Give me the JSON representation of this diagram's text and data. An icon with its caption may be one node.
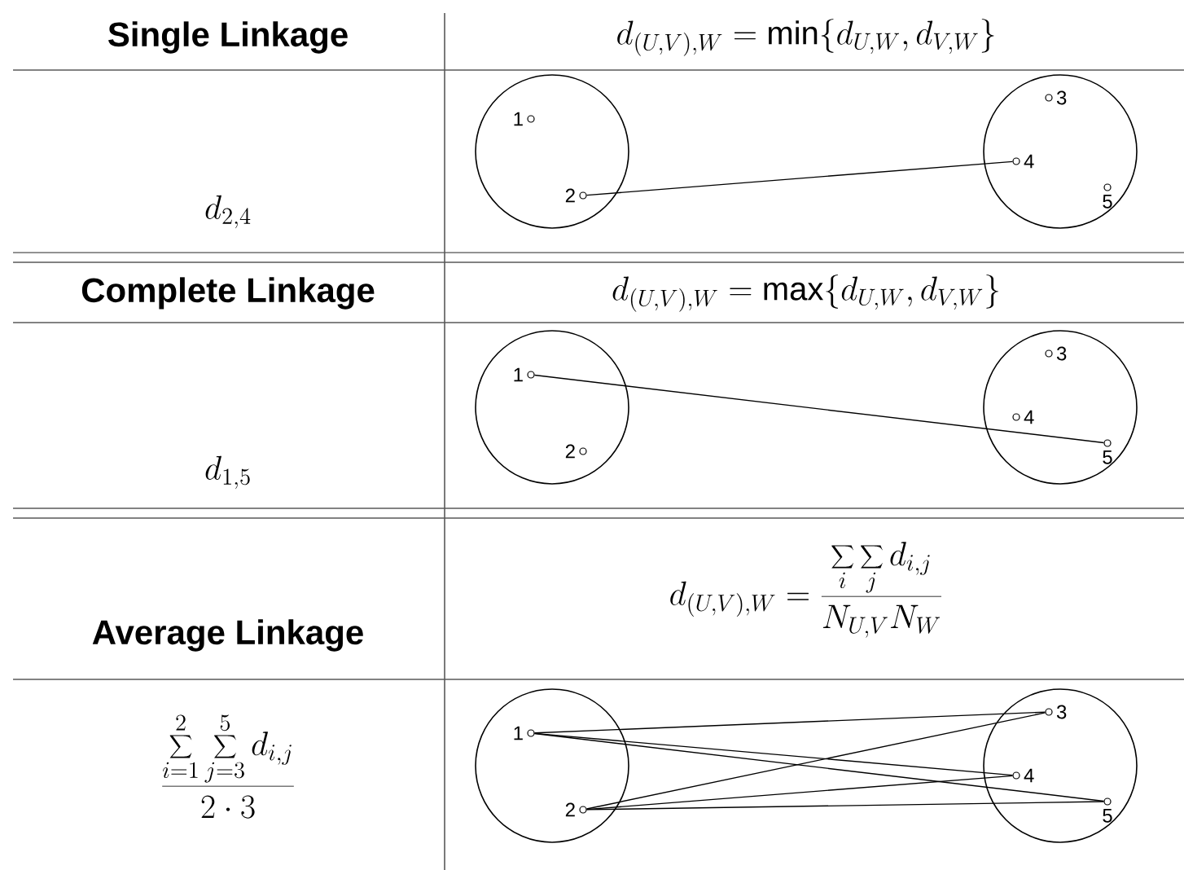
{
  "diagram": {
    "nodes": [
      {
        "text": [],
        "shape": "circle"
      },
      {
        "text": [],
        "shape": "circle",
        "in": 0,
        "beside": [
          "1"
        ]
      },
      {
        "text": [],
        "shape": "circle",
        "in": 0,
        "beside": [
          "2"
        ]
      },
      {
        "text": [],
        "shape": "circle"
      },
      {
        "text": [],
        "shape": "circle",
        "in": 3,
        "beside": [
          "3"
        ]
      },
      {
        "text": [],
        "shape": "circle",
        "in": 3,
        "beside": [
          "4"
        ]
      },
      {
        "text": [],
        "shape": "circle",
        "in": 3,
        "beside": [
          "5"
        ]
      },
      {
        "text": [],
        "shape": "circle"
      },
      {
        "text": [],
        "shape": "circle",
        "in": 7,
        "beside": [
          "1"
        ]
      },
      {
        "text": [],
        "shape": "circle",
        "in": 7,
        "beside": [
          "2"
        ]
      },
      {
        "text": [],
        "shape": "circle"
      },
      {
        "text": [],
        "shape": "circle",
        "in": 10,
        "beside": [
          "3"
        ]
      },
      {
        "text": [],
        "shape": "circle",
        "in": 10,
        "beside": [
          "4"
        ]
      },
      {
        "text": [],
        "shape": "circle",
        "in": 10,
        "beside": [
          "5"
        ]
      },
      {
        "text": [],
        "shape": "circle"
      },
      {
        "text": [],
        "shape": "circle",
        "in": 14,
        "beside": [
          "1"
        ]
      },
      {
        "text": [],
        "shape": "circle",
        "in": 14,
        "beside": [
          "2"
        ]
      },
      {
        "text": [],
        "shape": "circle"
      },
      {
        "text": [],
        "shape": "circle",
        "in": 17,
        "beside": [
          "3"
        ]
      },
      {
        "text": [],
        "shape": "circle",
        "in": 17,
        "beside": [
          "4"
        ]
      },
      {
        "text": [],
        "shape": "circle",
        "in": 17,
        "beside": [
          "5"
        ]
      }
    ],
    "edges": [
      {
        "from": 2,
        "to": 5,
        "arrow": "none"
      },
      {
        "from": 8,
        "to": 13,
        "arrow": "none"
      },
      {
        "from": 15,
        "to": 18,
        "arrow": "none"
      },
      {
        "from": 15,
        "to": 19,
        "arrow": "none"
      },
      {
        "from": 15,
        "to": 20,
        "arrow": "none"
      },
      {
        "from": 16,
        "to": 18,
        "arrow": "none"
      },
      {
        "from": 16,
        "to": 19,
        "arrow": "none"
      },
      {
        "from": 16,
        "to": 20,
        "arrow": "none"
      }
    ],
    "labels": [
      "Single Linkage",
      "d_{(U,V),W} = \\min\\{d_{U,W}, d_{V,W}\\}",
      "d_{2,4}",
      "Complete Linkage",
      "d_{(U,V),W} = \\max\\{d_{U,W}, d_{V,W}\\}",
      "d_{1,5}",
      "Average Linkage",
      "d_{(U,V),W} = \\frac{\\displaystyle\\sum_{i}\\sum_{j} d_{i,j}}{N_{U,V}N_{W}}",
      "\\frac{\\displaystyle\\sum_{i=1}^{2}\\sum_{j=3}^{5} d_{i,j}}{2\\cdot 3}"
    ]
  }
}
